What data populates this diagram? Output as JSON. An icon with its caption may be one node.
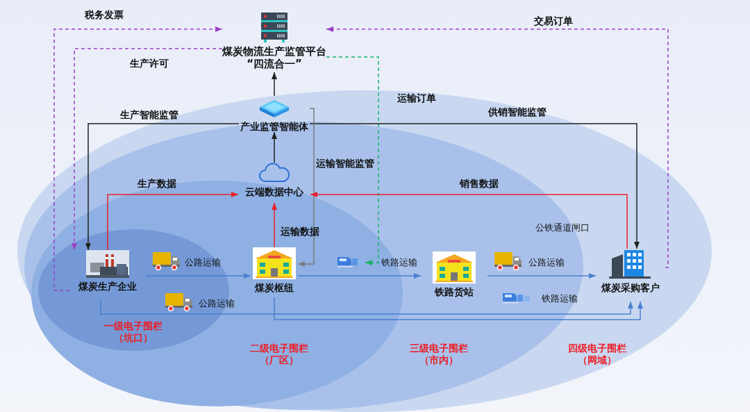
{
  "diagram": {
    "nodes": [
      {
        "text": [
          "煤炭物流生产监管平台",
          "“四流合一”"
        ]
      },
      {
        "text": [
          "四级电子围栏（网域）"
        ]
      },
      {
        "text": [
          "产业监管智能体"
        ],
        "in": 1
      },
      {
        "text": [
          "三级电子围栏（市内）"
        ],
        "in": 1
      },
      {
        "text": [
          "云端数据中心"
        ],
        "in": 3
      },
      {
        "text": [
          "二级电子围栏（厂区）"
        ],
        "in": 3
      },
      {
        "text": [
          "一级电子围栏（坑口）"
        ],
        "in": 5
      },
      {
        "text": [
          "煤炭生产企业"
        ],
        "in": 6
      },
      {
        "text": [
          "煤炭枢纽"
        ],
        "in": 5
      },
      {
        "text": [
          "铁路货站"
        ],
        "in": 3
      },
      {
        "text": [
          "煤炭采购客户"
        ],
        "in": 1
      },
      {
        "text": [],
        "shape": "picture",
        "in": 5
      }
    ],
    "edges": [
      {
        "from": 7,
        "to": 0,
        "arrow": "to",
        "label": "税务发票",
        "style": "dashed",
        "color": "#9b3fc9"
      },
      {
        "from": 0,
        "to": 7,
        "arrow": "to",
        "label": "生产许可",
        "style": "dashed",
        "color": "#9b3fc9"
      },
      {
        "from": 10,
        "to": 0,
        "arrow": "to",
        "label": "交易订单",
        "style": "dashed",
        "color": "#9b3fc9"
      },
      {
        "from": 0,
        "to": 11,
        "arrow": "to",
        "label": "运输订单",
        "style": "dashed",
        "color": "#19b36b"
      },
      {
        "from": 2,
        "to": 0,
        "arrow": "to",
        "color": "#222222"
      },
      {
        "from": 4,
        "to": 2,
        "arrow": "to",
        "color": "#222222"
      },
      {
        "from": 2,
        "to": 7,
        "arrow": "to",
        "label": "生产智能监管",
        "color": "#222222"
      },
      {
        "from": 2,
        "to": 10,
        "arrow": "to",
        "label": "供销智能监管",
        "color": "#222222"
      },
      {
        "from": 2,
        "to": 8,
        "arrow": "to",
        "label": "运输智能监管",
        "color": "#7a7a7a"
      },
      {
        "from": 7,
        "to": 4,
        "arrow": "to",
        "label": "生产数据",
        "color": "#e8202a"
      },
      {
        "from": 8,
        "to": 4,
        "arrow": "to",
        "label": "运输数据",
        "color": "#e8202a"
      },
      {
        "from": 10,
        "to": 4,
        "arrow": "to",
        "label": "销售数据",
        "color": "#e8202a"
      },
      {
        "from": 7,
        "to": 8,
        "arrow": "to",
        "label": "公路运输",
        "color": "#4a7fd0"
      },
      {
        "from": 8,
        "to": 9,
        "arrow": "to",
        "label": "铁路运输",
        "color": "#4a7fd0"
      },
      {
        "from": 9,
        "to": 10,
        "arrow": "to",
        "label": "公路运输",
        "color": "#4a7fd0"
      },
      {
        "from": 7,
        "to": 10,
        "arrow": "to",
        "label": "公路运输",
        "color": "#4a7fd0"
      },
      {
        "from": 8,
        "to": 10,
        "arrow": "to",
        "label": "铁路运输",
        "color": "#4a7fd0"
      }
    ],
    "labels": [
      "公铁通道闸口"
    ]
  }
}
